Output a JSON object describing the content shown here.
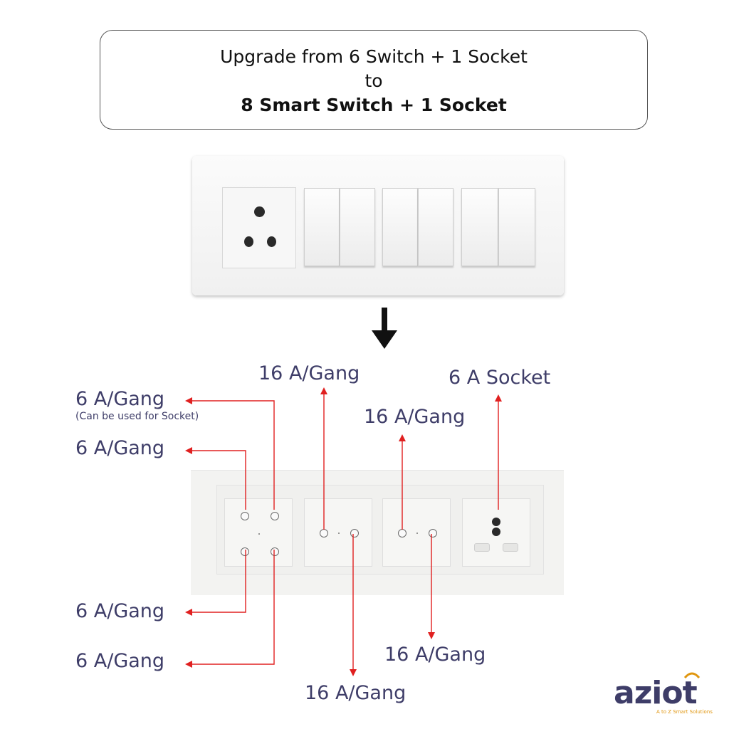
{
  "header": {
    "line1": "Upgrade from 6 Switch + 1 Socket",
    "line2": "to",
    "line3": "8 Smart Switch + 1 Socket"
  },
  "labels": {
    "six_a_top": "6 A/Gang",
    "six_a_top_note": "(Can be used for Socket)",
    "six_a_second": "6 A/Gang",
    "six_a_third": "6 A/Gang",
    "six_a_bottom": "6 A/Gang",
    "sixteen_a_1_top": "16 A/Gang",
    "sixteen_a_2_top": "16 A/Gang",
    "six_a_socket": "6 A Socket",
    "sixteen_a_1_bottom": "16 A/Gang",
    "sixteen_a_2_bottom": "16 A/Gang"
  },
  "logo": {
    "text": "aziot",
    "tagline": "A to Z Smart Solutions"
  },
  "colors": {
    "label": "#3e3d68",
    "arrow_red": "#e02020",
    "logo_accent": "#e0960f"
  }
}
